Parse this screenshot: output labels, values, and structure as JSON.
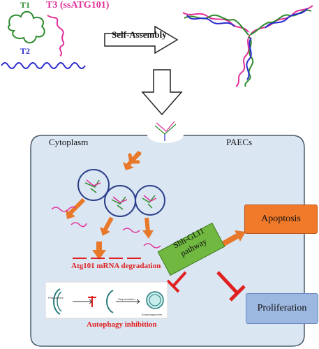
{
  "labels": {
    "t1": "T1",
    "t2": "T2",
    "t3": "T3 (ssATG101)",
    "self_assembly": "Self-Assembly",
    "cytoplasm": "Cytoplasm",
    "paecs": "PAECs",
    "mrna_degradation": "Atg101 mRNA  degradation",
    "autophagy_inhibition": "Autophagy  inhibition",
    "shh_line1": "Shh-GLI1",
    "shh_line2": "pathway",
    "apoptosis": "Apoptosis",
    "proliferation": "Proliferation",
    "phagophore": "Phagophore",
    "sequestration": "Sequestration",
    "autophagosome": "Autophagosome"
  },
  "colors": {
    "t1_strand": "#2e8b2e",
    "t2_strand": "#2a2ad0",
    "t3_strand": "#e0309a",
    "cell_fill": "#dbe6f3",
    "cell_border": "#4a5a6a",
    "orange_arrow": "#e8782a",
    "inhibit_red": "#e02020",
    "shh_box": "#70b840",
    "apoptosis_box": "#f07a2a",
    "proliferation_box": "#9cb7e0",
    "vesicle_border": "#2a3e8a"
  }
}
